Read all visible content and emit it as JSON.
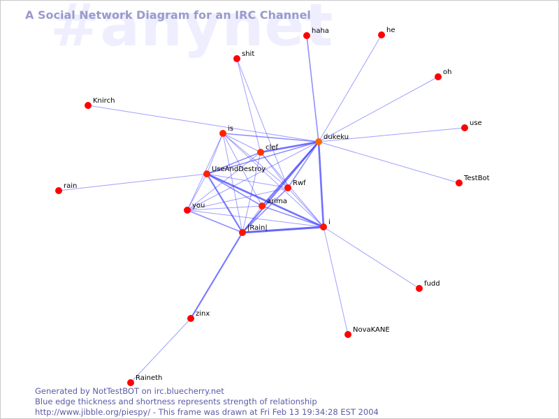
{
  "watermark": "#anynet",
  "title": "A Social Network Diagram for an IRC Channel",
  "footer": {
    "line1": "Generated by NotTestBOT on irc.bluecherry.net",
    "line2": "Blue edge thickness and shortness represents strength of relationship",
    "line3": "http://www.jibble.org/piespy/ - This frame was drawn at Fri Feb 13 19:34:28 EST 2004"
  },
  "colors": {
    "node": "#ff0000",
    "node_active": "#ff6600",
    "edge": "#4040ff",
    "title": "#9a9acc",
    "watermark": "#eeeeff",
    "footer": "#5a5aa8"
  },
  "nodes": [
    {
      "id": "haha",
      "label": "haha",
      "color": "#ff0000"
    },
    {
      "id": "he",
      "label": "he",
      "color": "#ff0000"
    },
    {
      "id": "shit",
      "label": "shit",
      "color": "#ff0000"
    },
    {
      "id": "oh",
      "label": "oh",
      "color": "#ff0000"
    },
    {
      "id": "Knirch",
      "label": "Knirch",
      "color": "#ff0000"
    },
    {
      "id": "use",
      "label": "use",
      "color": "#ff0000"
    },
    {
      "id": "is",
      "label": "is",
      "color": "#ff2200"
    },
    {
      "id": "dukeku",
      "label": "dukeku",
      "color": "#ff6600"
    },
    {
      "id": "clef",
      "label": "clef",
      "color": "#ff3300"
    },
    {
      "id": "UseAndDestroy",
      "label": "UseAndDestroy",
      "color": "#ff2200"
    },
    {
      "id": "TestBot",
      "label": "TestBot",
      "color": "#ff0000"
    },
    {
      "id": "rain",
      "label": "rain",
      "color": "#ff0000"
    },
    {
      "id": "Rwf",
      "label": "Rwf",
      "color": "#ff1100"
    },
    {
      "id": "arima",
      "label": "arima",
      "color": "#ff2200"
    },
    {
      "id": "you",
      "label": "you",
      "color": "#ff0000"
    },
    {
      "id": "i",
      "label": "i",
      "color": "#ff1100"
    },
    {
      "id": "Rain",
      "label": "|Rain|",
      "color": "#ff1100"
    },
    {
      "id": "fudd",
      "label": "fudd",
      "color": "#ff0000"
    },
    {
      "id": "zinx",
      "label": "zinx",
      "color": "#ff0000"
    },
    {
      "id": "NovaKANE",
      "label": "NovaKANE",
      "color": "#ff0000"
    },
    {
      "id": "Raineth",
      "label": "Raineth",
      "color": "#ff0000"
    }
  ],
  "edges": [
    {
      "source": "dukeku",
      "target": "haha",
      "weight": 1.6
    },
    {
      "source": "dukeku",
      "target": "he",
      "weight": 1
    },
    {
      "source": "dukeku",
      "target": "oh",
      "weight": 1
    },
    {
      "source": "dukeku",
      "target": "use",
      "weight": 1
    },
    {
      "source": "dukeku",
      "target": "TestBot",
      "weight": 1
    },
    {
      "source": "dukeku",
      "target": "is",
      "weight": 1.6
    },
    {
      "source": "dukeku",
      "target": "clef",
      "weight": 2.6
    },
    {
      "source": "dukeku",
      "target": "UseAndDestroy",
      "weight": 1.6
    },
    {
      "source": "dukeku",
      "target": "Rwf",
      "weight": 1.6
    },
    {
      "source": "dukeku",
      "target": "arima",
      "weight": 2.2
    },
    {
      "source": "dukeku",
      "target": "you",
      "weight": 1
    },
    {
      "source": "dukeku",
      "target": "i",
      "weight": 2.6
    },
    {
      "source": "dukeku",
      "target": "Rain",
      "weight": 2.2
    },
    {
      "source": "dukeku",
      "target": "Knirch",
      "weight": 1
    },
    {
      "source": "shit",
      "target": "clef",
      "weight": 1
    },
    {
      "source": "shit",
      "target": "Rwf",
      "weight": 1
    },
    {
      "source": "UseAndDestroy",
      "target": "rain",
      "weight": 1
    },
    {
      "source": "UseAndDestroy",
      "target": "is",
      "weight": 1
    },
    {
      "source": "UseAndDestroy",
      "target": "clef",
      "weight": 1.6
    },
    {
      "source": "UseAndDestroy",
      "target": "Rwf",
      "weight": 1
    },
    {
      "source": "UseAndDestroy",
      "target": "arima",
      "weight": 1.6
    },
    {
      "source": "UseAndDestroy",
      "target": "you",
      "weight": 1
    },
    {
      "source": "UseAndDestroy",
      "target": "i",
      "weight": 2.6
    },
    {
      "source": "UseAndDestroy",
      "target": "Rain",
      "weight": 2.2
    },
    {
      "source": "is",
      "target": "clef",
      "weight": 1
    },
    {
      "source": "is",
      "target": "Rwf",
      "weight": 1
    },
    {
      "source": "is",
      "target": "arima",
      "weight": 1
    },
    {
      "source": "is",
      "target": "you",
      "weight": 1
    },
    {
      "source": "is",
      "target": "i",
      "weight": 1
    },
    {
      "source": "is",
      "target": "Rain",
      "weight": 1
    },
    {
      "source": "clef",
      "target": "Rwf",
      "weight": 1
    },
    {
      "source": "clef",
      "target": "you",
      "weight": 1
    },
    {
      "source": "clef",
      "target": "Rain",
      "weight": 1
    },
    {
      "source": "clef",
      "target": "i",
      "weight": 1
    },
    {
      "source": "Rwf",
      "target": "you",
      "weight": 1
    },
    {
      "source": "Rwf",
      "target": "Rain",
      "weight": 1.6
    },
    {
      "source": "Rwf",
      "target": "i",
      "weight": 1
    },
    {
      "source": "arima",
      "target": "you",
      "weight": 1
    },
    {
      "source": "arima",
      "target": "i",
      "weight": 1.6
    },
    {
      "source": "arima",
      "target": "Rain",
      "weight": 1
    },
    {
      "source": "you",
      "target": "Rain",
      "weight": 1.6
    },
    {
      "source": "you",
      "target": "i",
      "weight": 1
    },
    {
      "source": "i",
      "target": "Rain",
      "weight": 3
    },
    {
      "source": "i",
      "target": "fudd",
      "weight": 1
    },
    {
      "source": "i",
      "target": "NovaKANE",
      "weight": 1
    },
    {
      "source": "Rain",
      "target": "zinx",
      "weight": 2.2
    },
    {
      "source": "zinx",
      "target": "Raineth",
      "weight": 1
    }
  ]
}
